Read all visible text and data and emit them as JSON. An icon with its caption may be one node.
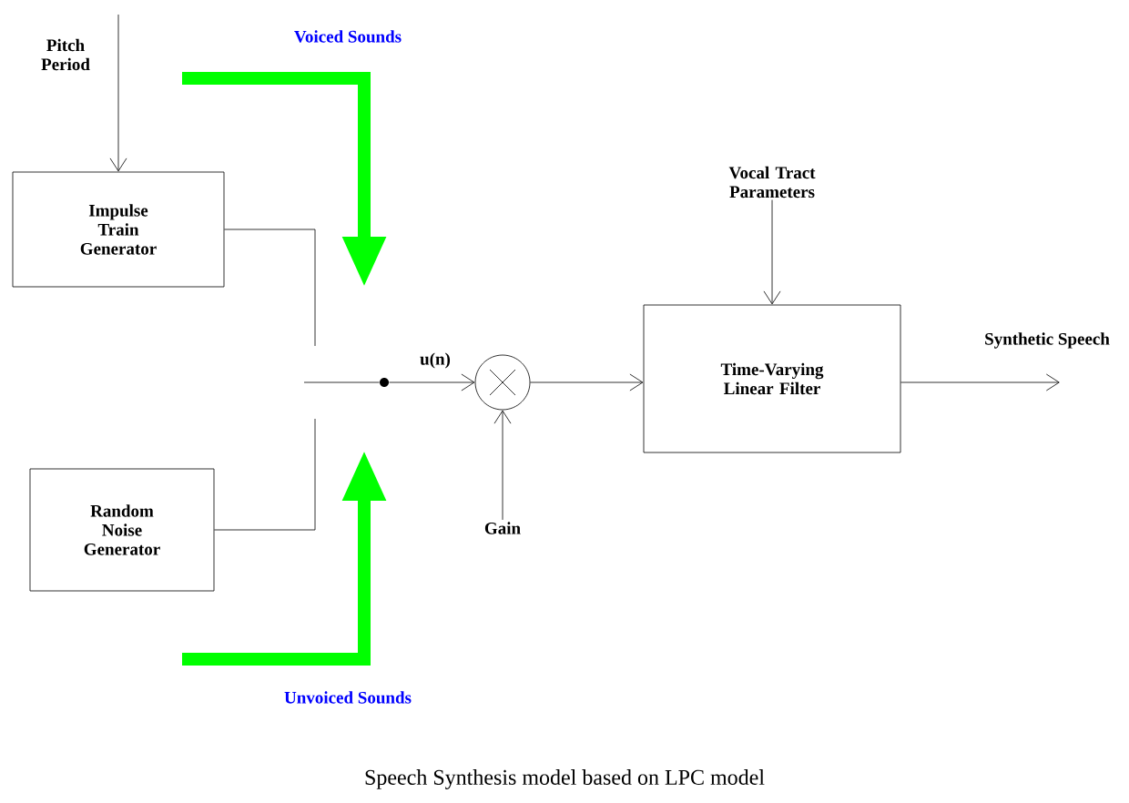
{
  "diagram": {
    "caption": "Speech Synthesis model based on LPC model",
    "nodes": [
      {
        "text": [
          "Impulse Train Generator"
        ]
      },
      {
        "text": [
          "Random Noise Generator"
        ]
      },
      {
        "text": [],
        "shape": "circle"
      },
      {
        "text": [],
        "shape": "circle"
      },
      {
        "text": [
          "Gain"
        ]
      },
      {
        "text": [
          "Vocal Tract Parameters"
        ]
      },
      {
        "text": [
          "Time-Varying Linear Filter"
        ]
      }
    ],
    "edges": [
      {
        "from": null,
        "to": 0,
        "arrow": "to",
        "label": "Pitch Period"
      },
      {
        "from": 0,
        "to": 2,
        "arrow": "none"
      },
      {
        "from": 1,
        "to": 2,
        "arrow": "none"
      },
      {
        "from": 2,
        "to": 3,
        "arrow": "to",
        "label": "u(n)"
      },
      {
        "from": 4,
        "to": 3,
        "arrow": "to"
      },
      {
        "from": 3,
        "to": 6,
        "arrow": "to"
      },
      {
        "from": 5,
        "to": 6,
        "arrow": "to"
      },
      {
        "from": 6,
        "to": null,
        "arrow": "to",
        "label": "Synthetic Speech"
      }
    ],
    "labels": [
      "Voiced Sounds",
      "Unvoiced Sounds"
    ]
  }
}
